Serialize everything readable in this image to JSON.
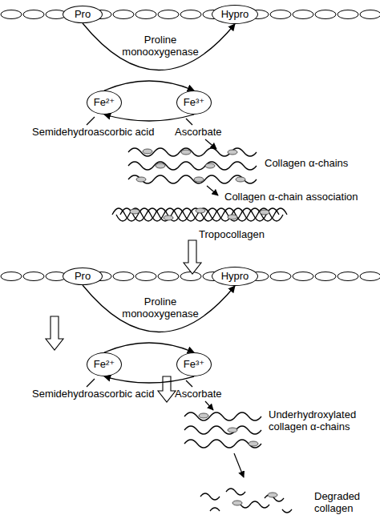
{
  "diagram": {
    "nodes": [
      {
        "text": [
          "Pro"
        ]
      },
      {
        "text": [
          "Hypro"
        ]
      },
      {
        "text": [
          "Fe²⁺"
        ]
      },
      {
        "text": [
          "Fe³⁺"
        ]
      },
      {
        "text": [
          "Pro"
        ]
      },
      {
        "text": [
          "Hypro"
        ]
      },
      {
        "text": [
          "Fe²⁺"
        ]
      },
      {
        "text": [
          "Fe³⁺"
        ]
      }
    ],
    "edges": [
      {
        "from": 0,
        "to": 1,
        "arrow": "to",
        "label": "Proline monooxygenase"
      },
      {
        "from": 2,
        "to": 3,
        "arrow": "to"
      },
      {
        "from": 3,
        "to": 2,
        "arrow": "to"
      },
      {
        "from": 4,
        "to": 5,
        "arrow": "to",
        "label": "Proline monooxygenase"
      },
      {
        "from": 6,
        "to": 7,
        "arrow": "to"
      },
      {
        "from": 7,
        "to": 6,
        "arrow": "to"
      }
    ],
    "labels": [
      "Semidehydroascorbic acid",
      "Ascorbate",
      "Collagen α-chains",
      "Collagen α-chain association",
      "Tropocollagen",
      "Semidehydroascorbic acid",
      "Ascorbate",
      "Underhydroxylated collagen α-chains",
      "Degraded collagen"
    ]
  }
}
